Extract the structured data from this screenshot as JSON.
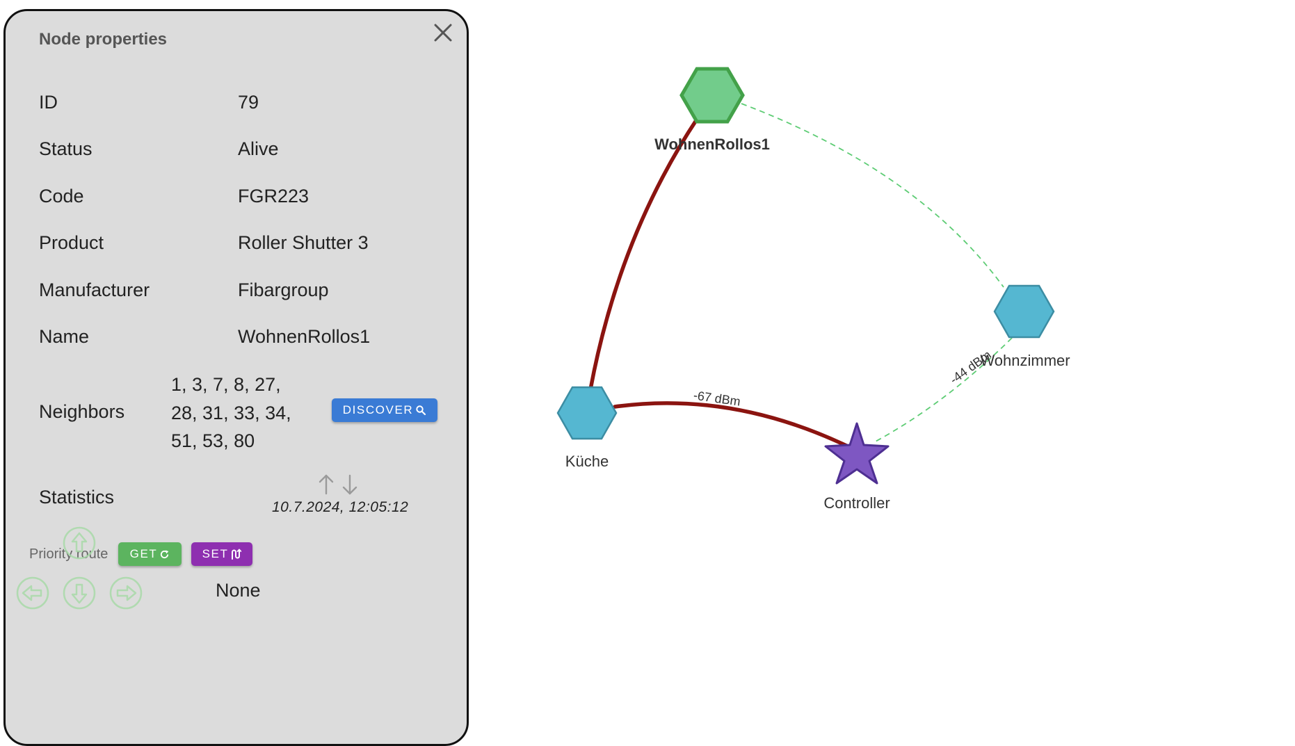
{
  "panel": {
    "title": "Node properties",
    "properties": [
      {
        "label": "ID",
        "value": "79"
      },
      {
        "label": "Status",
        "value": "Alive"
      },
      {
        "label": "Code",
        "value": "FGR223"
      },
      {
        "label": "Product",
        "value": "Roller Shutter 3"
      },
      {
        "label": "Manufacturer",
        "value": "Fibargroup"
      },
      {
        "label": "Name",
        "value": "WohnenRollos1"
      }
    ],
    "neighbors": {
      "label": "Neighbors",
      "lines": [
        "1, 3, 7, 8, 27,",
        "28, 31, 33, 34,",
        "51, 53, 80"
      ],
      "discover_label": "DISCOVER"
    },
    "statistics": {
      "label": "Statistics",
      "timestamp": "10.7.2024, 12:05:12"
    },
    "priority_route": {
      "label": "Priority route",
      "get_label": "GET",
      "set_label": "SET",
      "value": "None"
    }
  },
  "graph": {
    "nodes": [
      {
        "id": "wohnenrollos1",
        "label": "WohnenRollos1",
        "shape": "hexagon",
        "color": "#72cc8b",
        "selected": true
      },
      {
        "id": "wohnzimmer",
        "label": "Wohnzimmer",
        "shape": "hexagon",
        "color": "#55b7d1"
      },
      {
        "id": "kueche",
        "label": "Küche",
        "shape": "hexagon",
        "color": "#55b7d1"
      },
      {
        "id": "controller",
        "label": "Controller",
        "shape": "star",
        "color": "#7e57c2"
      }
    ],
    "edges": [
      {
        "from": "wohnenrollos1",
        "to": "kueche",
        "style": "solid",
        "color": "#8b1410"
      },
      {
        "from": "kueche",
        "to": "controller",
        "style": "solid",
        "color": "#8b1410",
        "label": "-67 dBm"
      },
      {
        "from": "wohnenrollos1",
        "to": "wohnzimmer",
        "style": "dashed",
        "color": "#5dcc74"
      },
      {
        "from": "wohnzimmer",
        "to": "controller",
        "style": "dashed",
        "color": "#5dcc74",
        "label": "-44 dBm"
      }
    ]
  },
  "colors": {
    "panel_bg": "#dcdcdc",
    "discover_button": "#3a7bd5",
    "get_button": "#5cb45f",
    "set_button": "#8e2fb0",
    "strong_link": "#8b1410",
    "weak_link": "#5dcc74"
  },
  "icons": {
    "close": "close-icon",
    "discover": "search-icon",
    "get": "refresh-icon",
    "set": "route-icon",
    "stats": "arrow-up-down-icon",
    "dpad": [
      "arrow-up-icon",
      "arrow-left-icon",
      "arrow-down-icon",
      "arrow-right-icon"
    ]
  }
}
